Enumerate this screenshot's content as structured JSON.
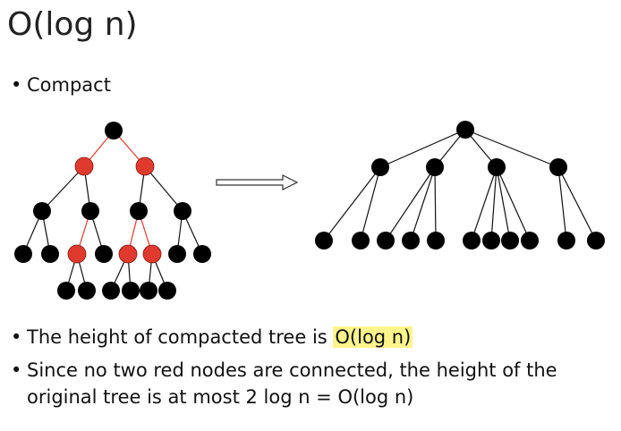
{
  "slide": {
    "title": "O(log n)",
    "bullet_char": "•",
    "bullet_compact": "Compact",
    "bullet_height_prefix": "The height of compacted tree is ",
    "bullet_height_highlight": "O(log n)",
    "bullet_red_line1": "Since no two red nodes are connected, the height of the",
    "bullet_red_line2": "original tree is at most 2 log n = O(log n)"
  },
  "colors": {
    "red_node": "#e03a2e",
    "black_node": "#000000",
    "highlight": "#fdf58c"
  }
}
